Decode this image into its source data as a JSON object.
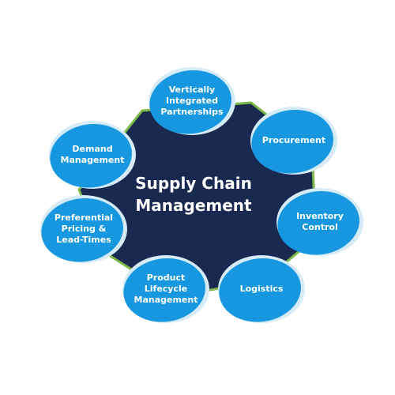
{
  "center": {
    "title": "Supply Chain\nManagement"
  },
  "nodes": [
    {
      "id": "vertically-integrated-partnerships",
      "label": "Vertically\nIntegrated\nPartnerships"
    },
    {
      "id": "procurement",
      "label": "Procurement"
    },
    {
      "id": "inventory-control",
      "label": "Inventory\nControl"
    },
    {
      "id": "logistics",
      "label": "Logistics"
    },
    {
      "id": "product-lifecycle-management",
      "label": "Product\nLifecycle\nManagement"
    },
    {
      "id": "preferential-pricing-lead-times",
      "label": "Preferential\nPricing &\nLead-Times"
    },
    {
      "id": "demand-management",
      "label": "Demand\nManagement"
    }
  ],
  "colors": {
    "hub_fill": "#19294f",
    "hub_outline": "#7cb84a",
    "bubble_fill": "#1697e0",
    "bubble_outline": "#d6ebf8",
    "text": "#ffffff"
  }
}
